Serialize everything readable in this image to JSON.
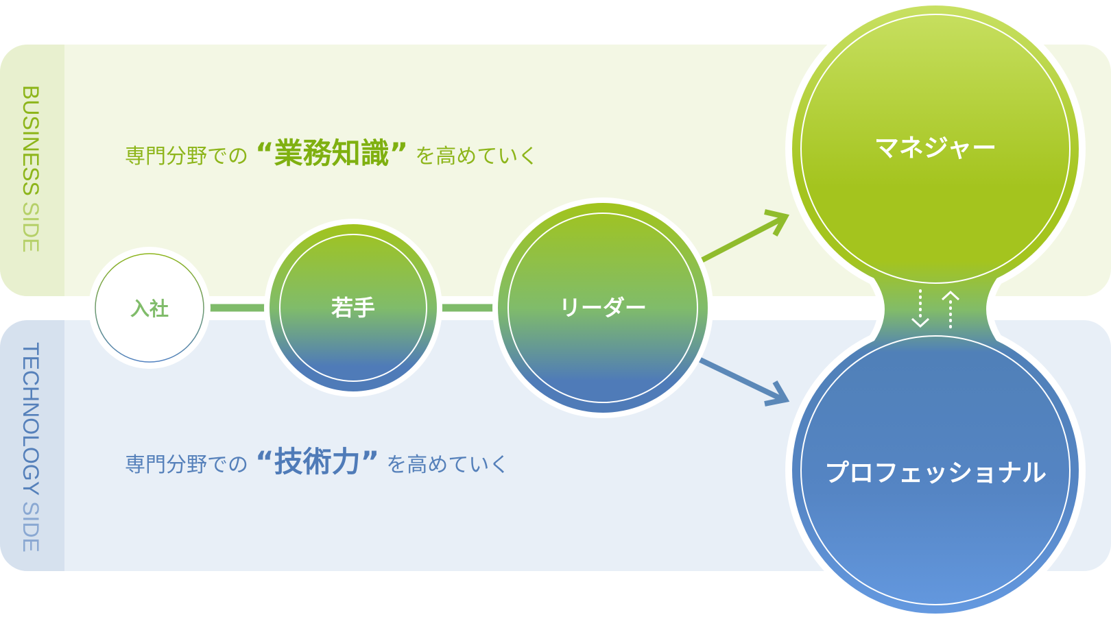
{
  "bands": {
    "business": {
      "label_bold": "BUSINESS",
      "label_light": "SIDE",
      "text_pre": "専門分野での",
      "text_key": "“業務知識”",
      "text_post": "を高めていく"
    },
    "technology": {
      "label_bold": "TECHNOLOGY",
      "label_light": "SIDE",
      "text_pre": "専門分野での",
      "text_key": "“技術力”",
      "text_post": "を高めていく"
    }
  },
  "stages": {
    "entry": "入社",
    "junior": "若手",
    "leader": "リーダー",
    "manager": "マネジャー",
    "professional": "プロフェッショナル"
  },
  "colors": {
    "green": "#8db51a",
    "blue": "#5580ba",
    "business_bg": "#f3f7e4",
    "tech_bg": "#e8eff7"
  }
}
